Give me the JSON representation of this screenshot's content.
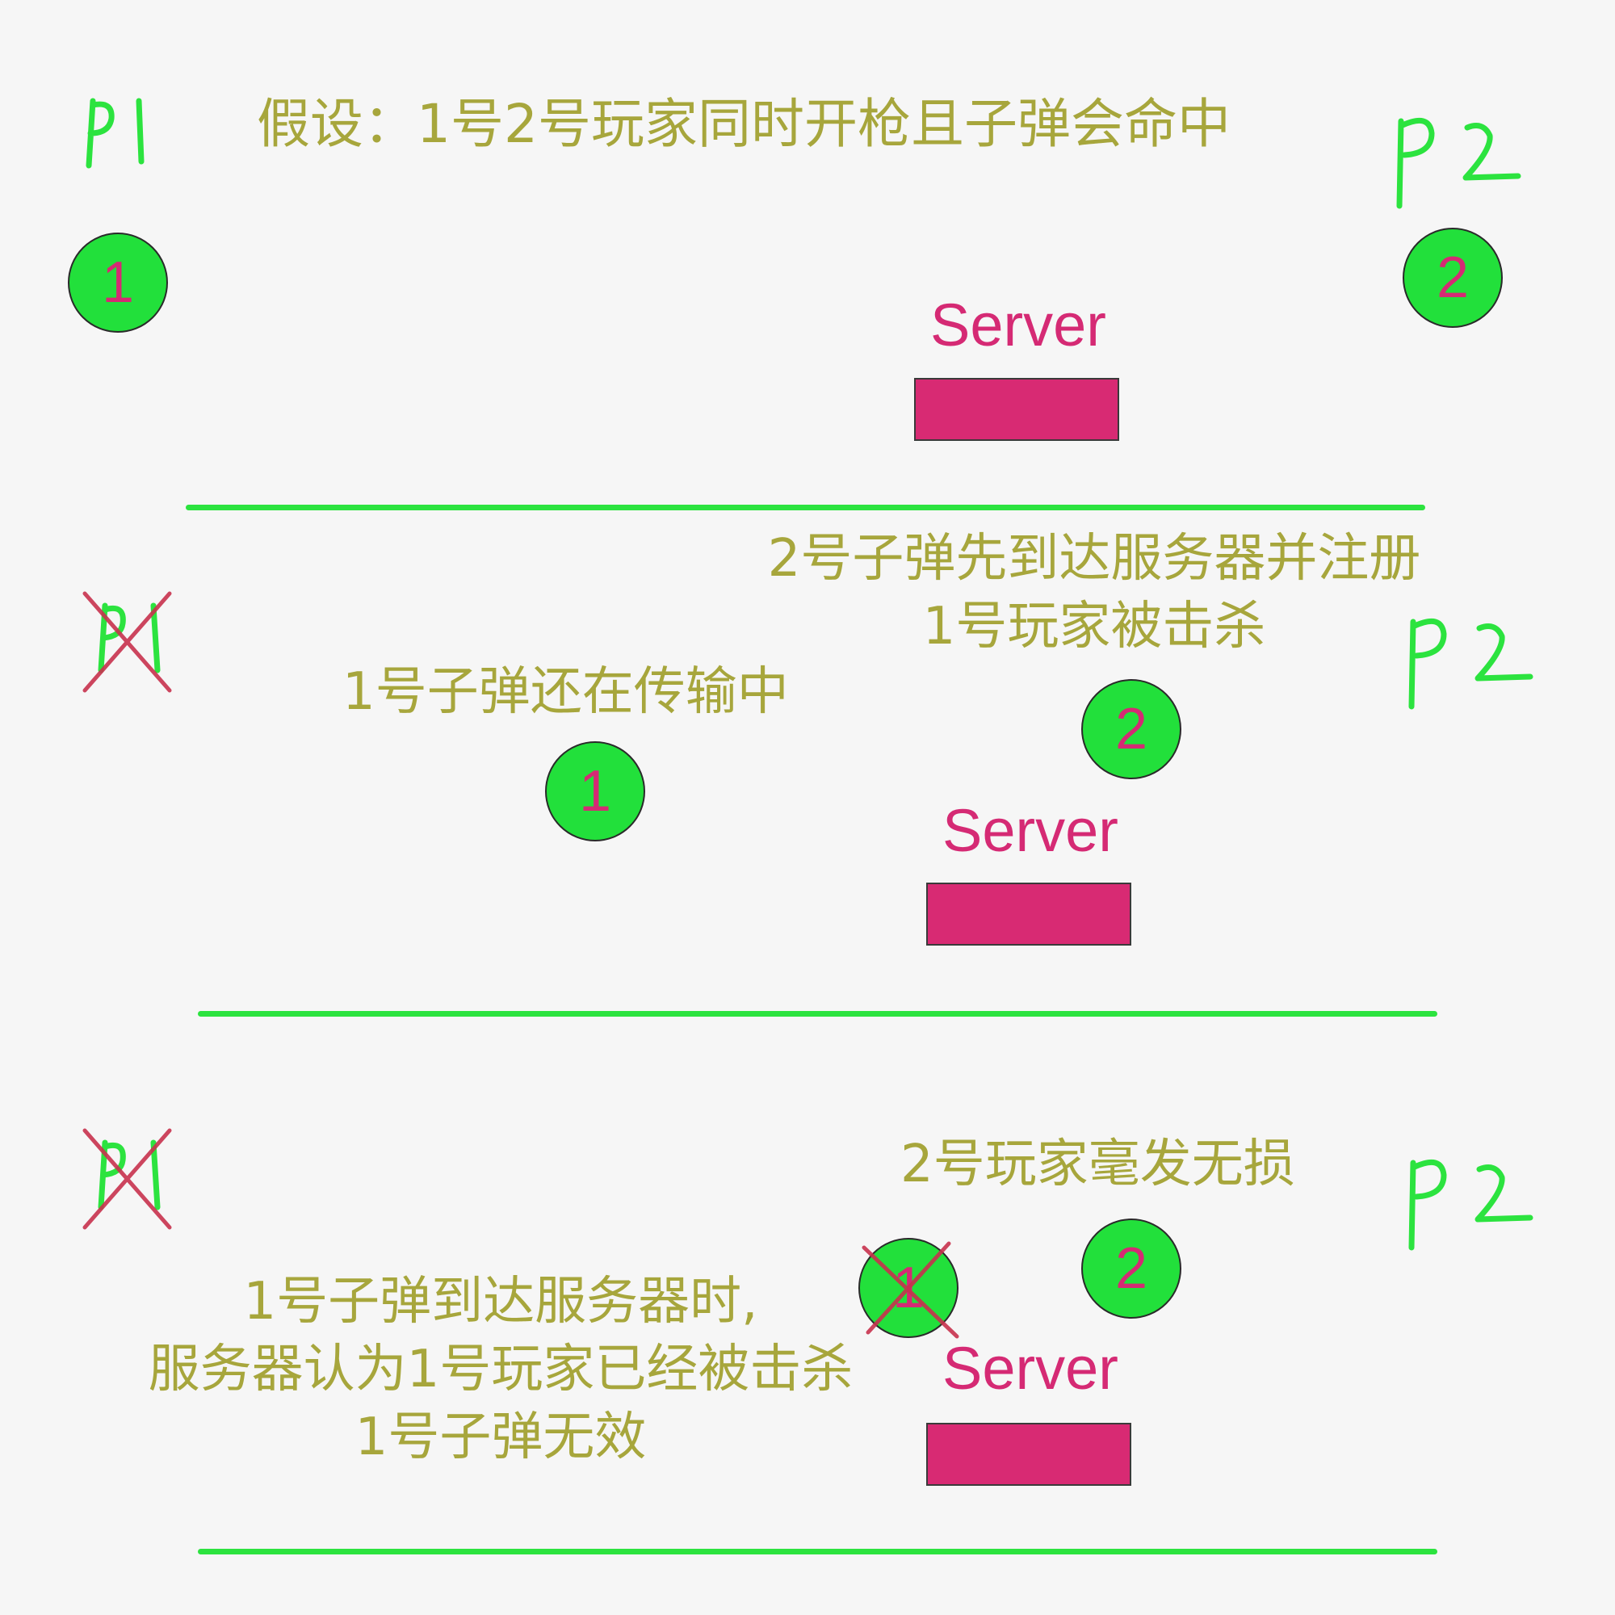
{
  "title": "假设：1号2号玩家同时开枪且子弹会命中",
  "labels": {
    "p1": "P1",
    "p2": "P2"
  },
  "server_label": "Server",
  "player_numbers": {
    "one": "1",
    "two": "2"
  },
  "panel2": {
    "note_right_line1": "2号子弹先到达服务器并注册",
    "note_right_line2": "1号玩家被击杀",
    "note_left": "1号子弹还在传输中"
  },
  "panel3": {
    "note_right": "2号玩家毫发无损",
    "note_left_line1": "1号子弹到达服务器时,",
    "note_left_line2": "服务器认为1号玩家已经被击杀",
    "note_left_line3": "1号子弹无效"
  },
  "colors": {
    "background": "#f6f6f6",
    "text": "#a7a63c",
    "accent": "#d82a73",
    "player_fill": "#22e03b",
    "cross": "#c8324e"
  }
}
